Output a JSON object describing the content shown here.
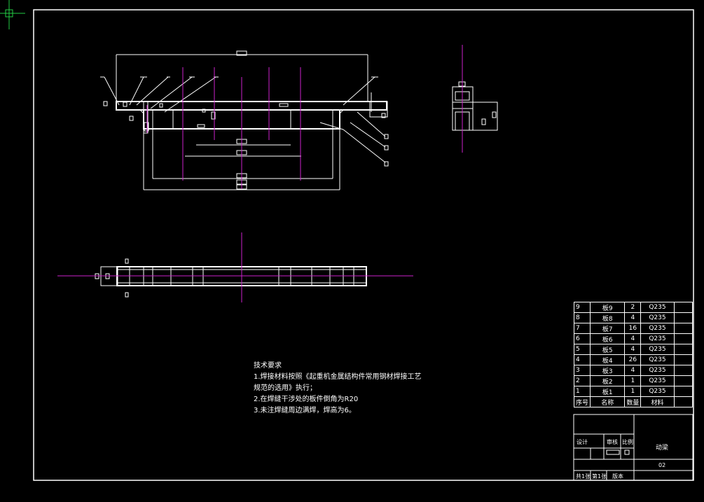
{
  "tech_notes": {
    "title": "技术要求",
    "lines": [
      "1.焊接材料按照《起重机金属结构件常用钢材焊接工艺",
      "规范的选用》执行；",
      "2.在焊缝干涉处的板件倒角为R20",
      "3.未注焊缝周边满焊，焊高为6。"
    ]
  },
  "bom": {
    "rows": [
      {
        "no": "9",
        "name": "板9",
        "qty": "2",
        "material": "Q235"
      },
      {
        "no": "8",
        "name": "板8",
        "qty": "4",
        "material": "Q235"
      },
      {
        "no": "7",
        "name": "板7",
        "qty": "16",
        "material": "Q235"
      },
      {
        "no": "6",
        "name": "板6",
        "qty": "4",
        "material": "Q235"
      },
      {
        "no": "5",
        "name": "板5",
        "qty": "4",
        "material": "Q235"
      },
      {
        "no": "4",
        "name": "板4",
        "qty": "26",
        "material": "Q235"
      },
      {
        "no": "3",
        "name": "板3",
        "qty": "4",
        "material": "Q235"
      },
      {
        "no": "2",
        "name": "板2",
        "qty": "1",
        "material": "Q235"
      },
      {
        "no": "1",
        "name": "板1",
        "qty": "1",
        "material": "Q235"
      }
    ],
    "header": {
      "no": "序号",
      "name": "名称",
      "qty": "数量",
      "material": "材料"
    }
  },
  "title_block": {
    "designer": "设计",
    "checker": "审核",
    "ratio": "比例",
    "drawing_name": "动梁",
    "code": "02",
    "sheet_total": "共1张",
    "sheet_no": "第1张",
    "version": "版本"
  },
  "colors": {
    "line": "#ffffff",
    "centerline": "#cc22cc",
    "background": "#000000",
    "cursor": "#22cc44"
  }
}
